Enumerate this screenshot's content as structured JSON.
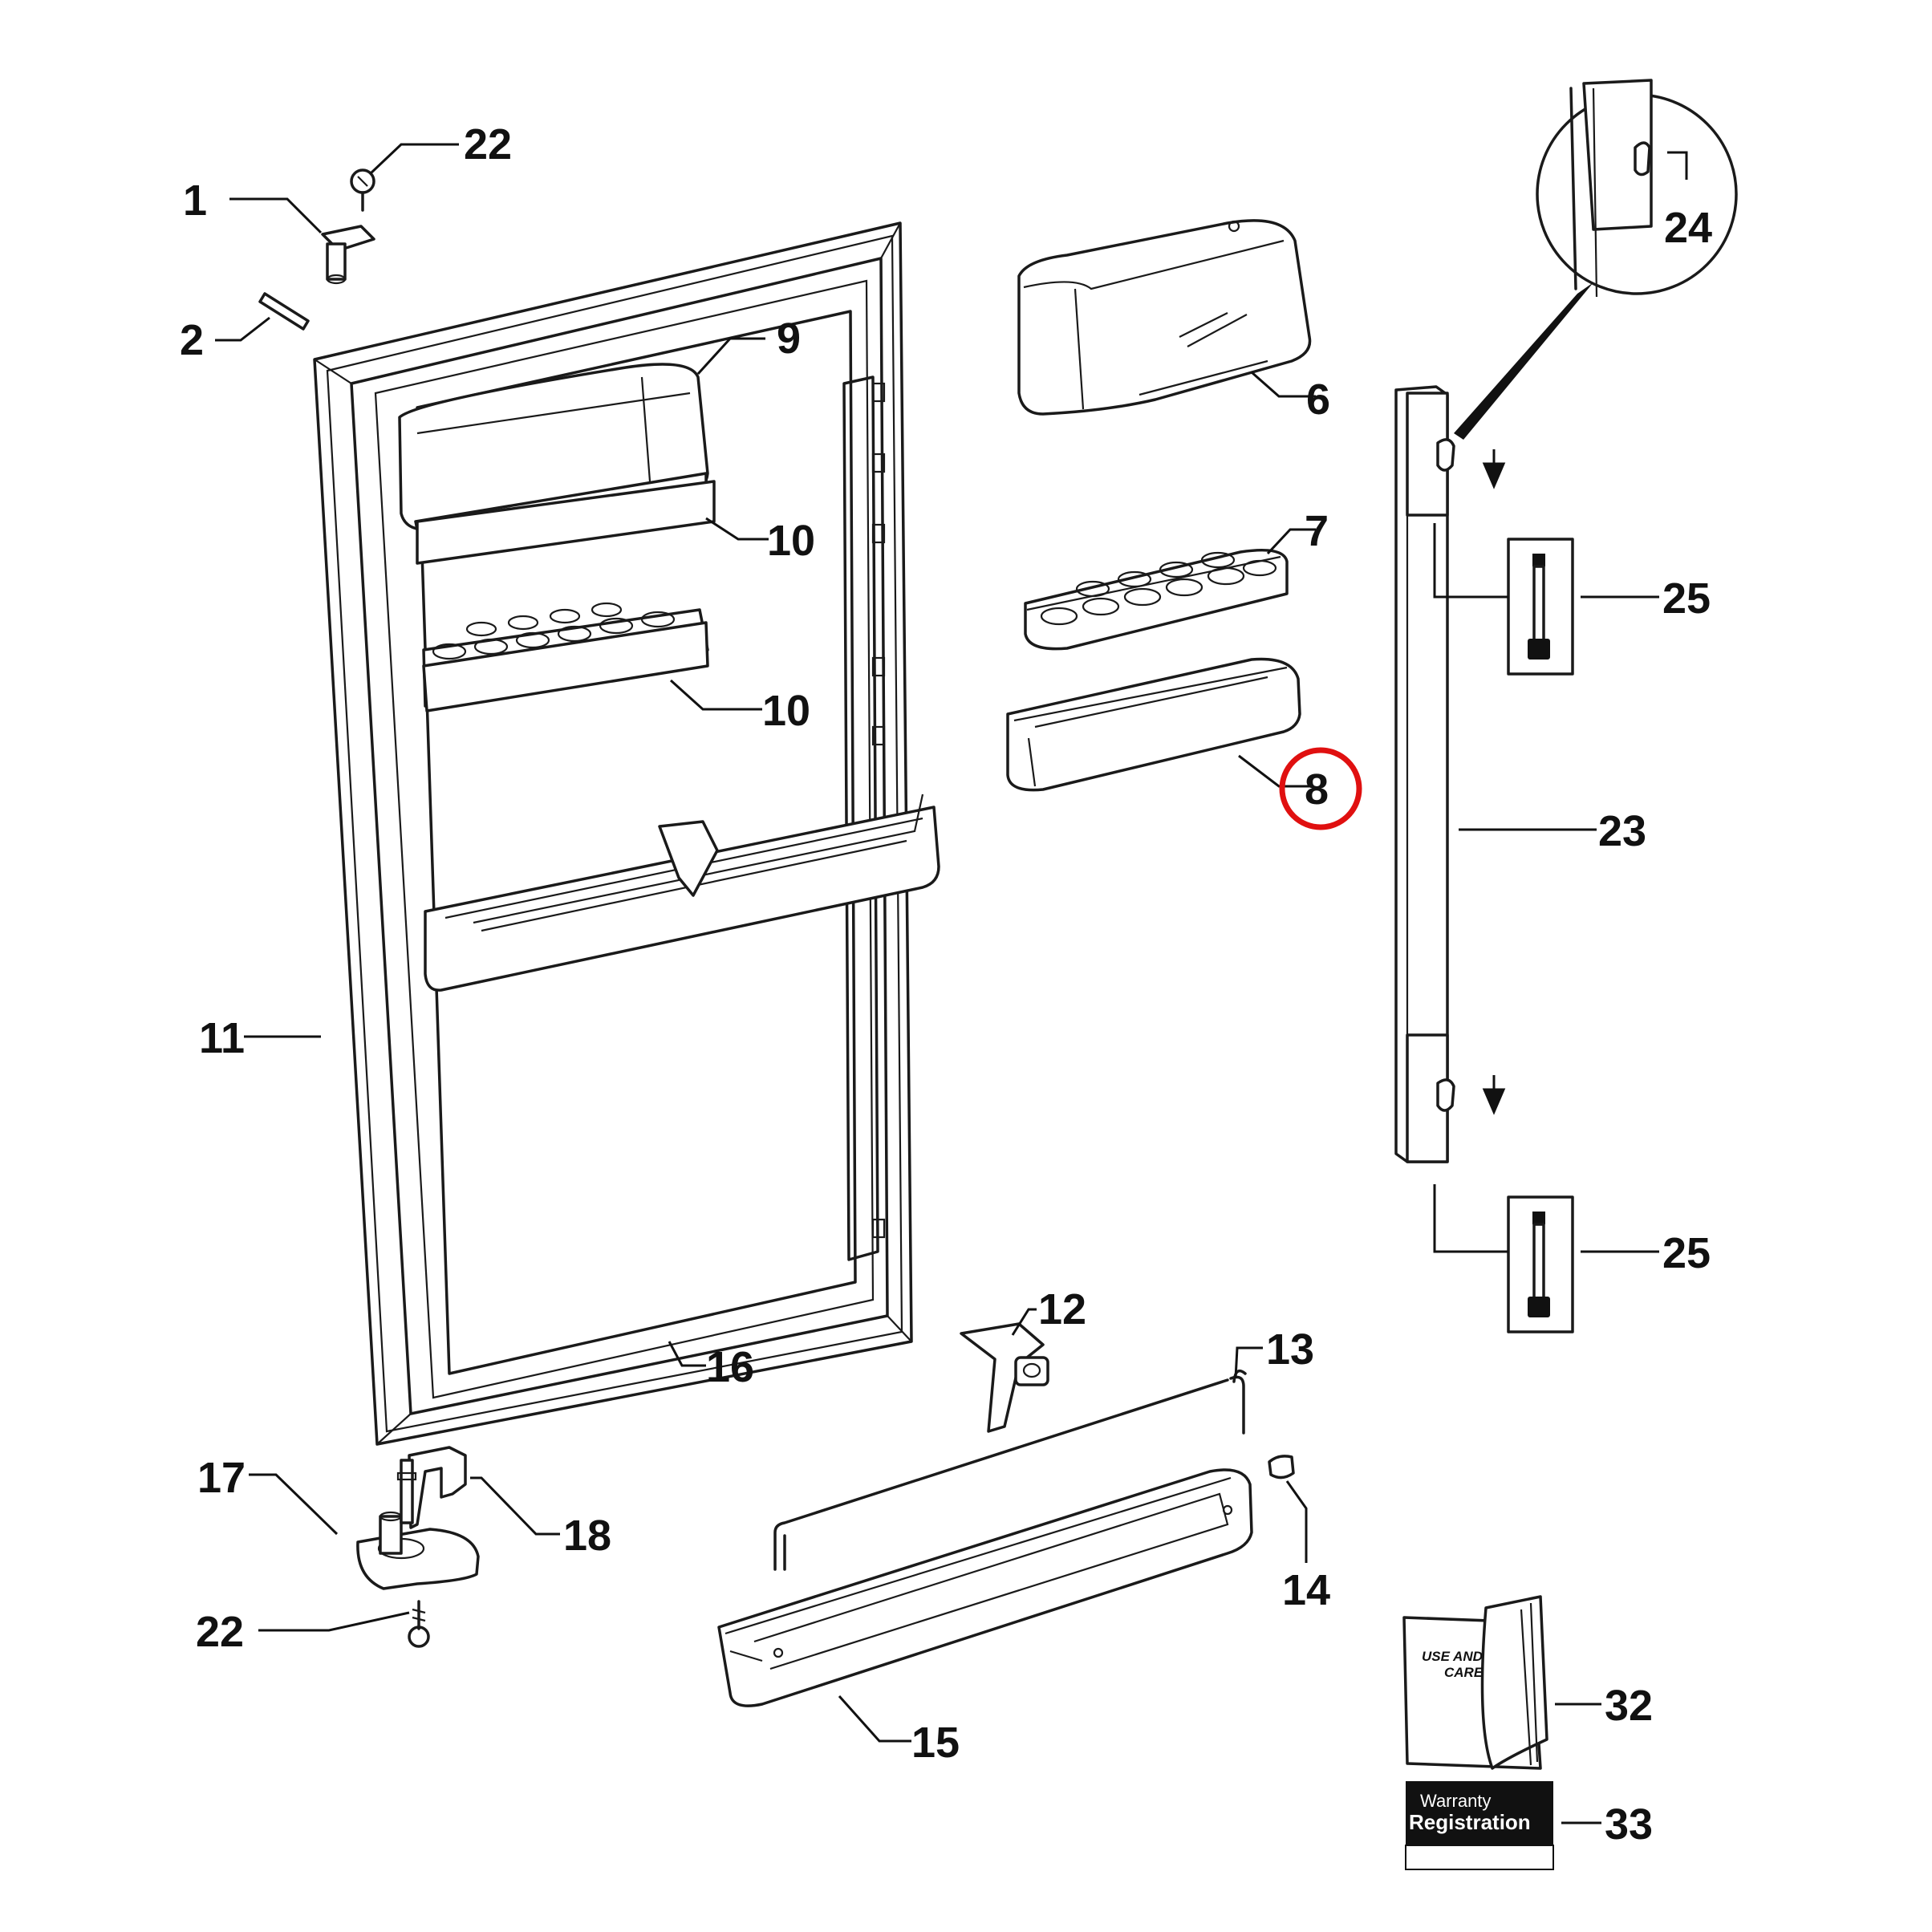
{
  "labels": {
    "p1": "1",
    "p2": "2",
    "p6": "6",
    "p7": "7",
    "p8": "8",
    "p9": "9",
    "p10a": "10",
    "p10b": "10",
    "p11": "11",
    "p12": "12",
    "p13": "13",
    "p14": "14",
    "p15": "15",
    "p16": "16",
    "p17": "17",
    "p18": "18",
    "p22a": "22",
    "p22b": "22",
    "p23": "23",
    "p24": "24",
    "p25a": "25",
    "p25b": "25",
    "p32": "32",
    "p33": "33"
  },
  "manual": {
    "line1": "USE AND",
    "line2": "CARE"
  },
  "warranty": {
    "line1": "Warranty",
    "line2": "Registration"
  },
  "highlight": {
    "label": "8",
    "color": "#e01010"
  }
}
